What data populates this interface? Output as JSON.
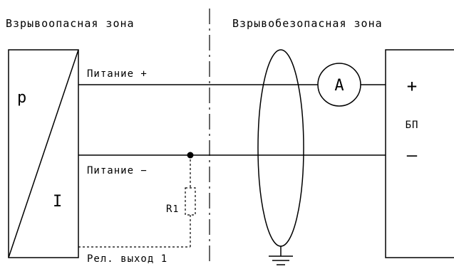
{
  "zones": {
    "hazardous": "Взрывоопасная зона",
    "safe": "Взрывобезопасная зона"
  },
  "sensor": {
    "top_letter": "p",
    "bottom_letter": "I"
  },
  "wires": {
    "power_plus": "Питание +",
    "power_minus": "Питание −",
    "relay_output": "Рел. выход 1"
  },
  "resistor": {
    "label": "R",
    "subscript": "1"
  },
  "ammeter": {
    "label": "A"
  },
  "power_supply": {
    "label": "БП",
    "plus": "+",
    "minus": "—"
  }
}
